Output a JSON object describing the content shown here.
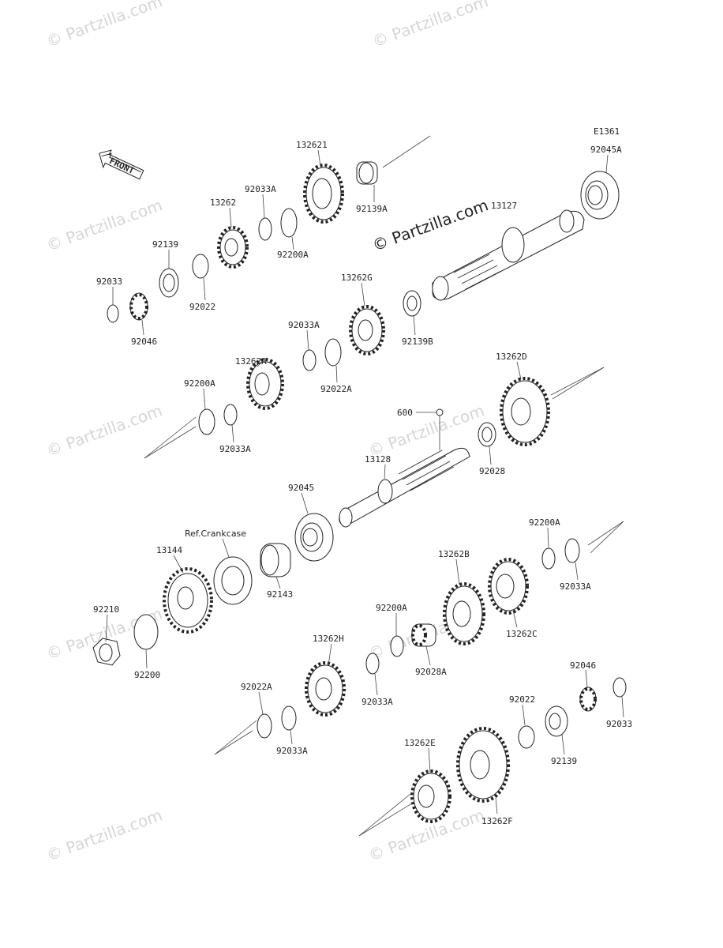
{
  "diagram_code": "E1361",
  "watermark": {
    "text": "© Partzilla.com",
    "center_text": "© Partzilla.com"
  },
  "front_marker": "FRONT",
  "reference_label": "Ref.Crankcase",
  "parts": {
    "p132621": "132621",
    "p92139A": "92139A",
    "p92045A": "92045A",
    "p92033A_1": "92033A",
    "p13262": "13262",
    "p92200A_1": "92200A",
    "p13127": "13127",
    "p92139": "92139",
    "p92022_1": "92022",
    "p92033": "92033",
    "p92046": "92046",
    "p13262G": "13262G",
    "p92139B": "92139B",
    "p92033A_2": "92033A",
    "p13262A": "13262A",
    "p92022A_1": "92022A",
    "p92200A_2": "92200A",
    "p92033A_3": "92033A",
    "p13262D": "13262D",
    "p600": "600",
    "p13128": "13128",
    "p92028": "92028",
    "p92045": "92045",
    "p92200A_3": "92200A",
    "p13144": "13144",
    "p13262B": "13262B",
    "p92033A_4": "92033A",
    "p92143": "92143",
    "p92210": "92210",
    "p92200A_4": "92200A",
    "p13262C": "13262C",
    "p92200": "92200",
    "p13262H": "13262H",
    "p92028A": "92028A",
    "p92046_2": "92046",
    "p92022A_2": "92022A",
    "p92033A_5": "92033A",
    "p92022_2": "92022",
    "p92033_2": "92033",
    "p92033A_6": "92033A",
    "p13262E": "13262E",
    "p92139_2": "92139",
    "p13262F": "13262F"
  }
}
